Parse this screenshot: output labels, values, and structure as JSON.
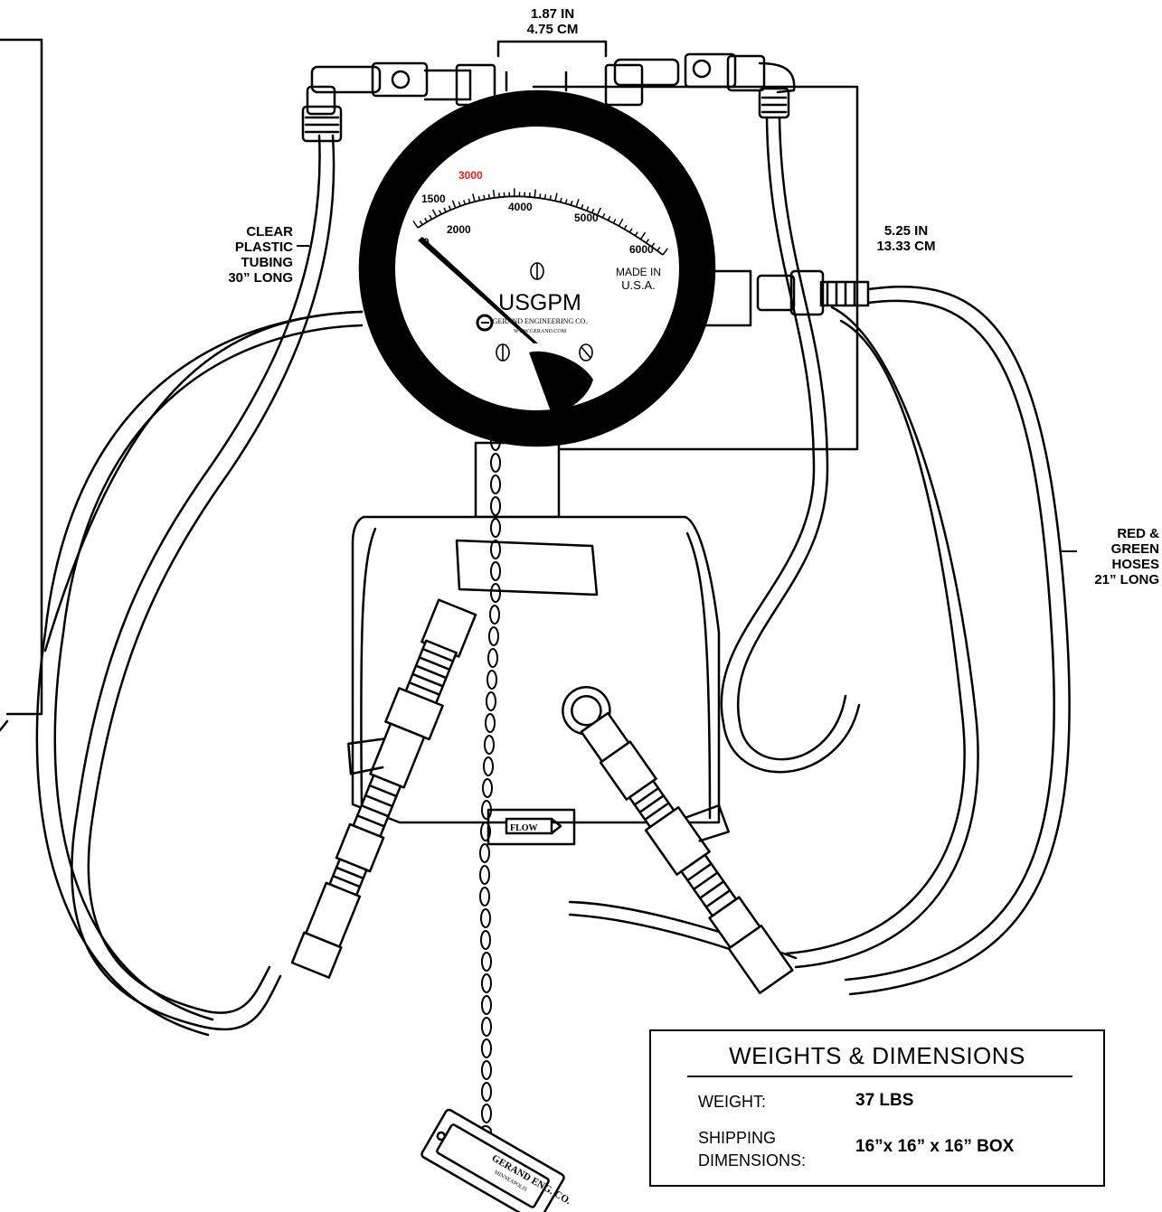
{
  "gauge": {
    "tick_labels": [
      "0",
      "1500",
      "2000",
      "3000",
      "4000",
      "5000",
      "6000"
    ],
    "highlight_color": "#e02020",
    "brand_line1": "MADE IN",
    "brand_line2": "U.S.A.",
    "unit": "USGPM",
    "company": "GERAND ENGINEERING CO.",
    "website": "WWW.GERAND.COM"
  },
  "flow_label": "FLOW",
  "tag_text_line1": "GERAND ENG. CO.",
  "tag_text_line2": "MINNEAPOLIS",
  "labels": {
    "top_dim": [
      "1.87 IN",
      "4.75 CM"
    ],
    "right_dim": [
      "5.25 IN",
      "13.33 CM"
    ],
    "tubing": [
      "CLEAR",
      "PLASTIC",
      "TUBING",
      "30” LONG"
    ],
    "hoses": [
      "RED &",
      "GREEN",
      "HOSES",
      "21” LONG"
    ]
  },
  "table": {
    "title": "WEIGHTS & DIMENSIONS",
    "weight_label": "WEIGHT:",
    "weight_value": "37 LBS",
    "shipping_label_1": "SHIPPING",
    "shipping_label_2": "DIMENSIONS:",
    "shipping_value": "16”x 16” x 16” BOX"
  }
}
